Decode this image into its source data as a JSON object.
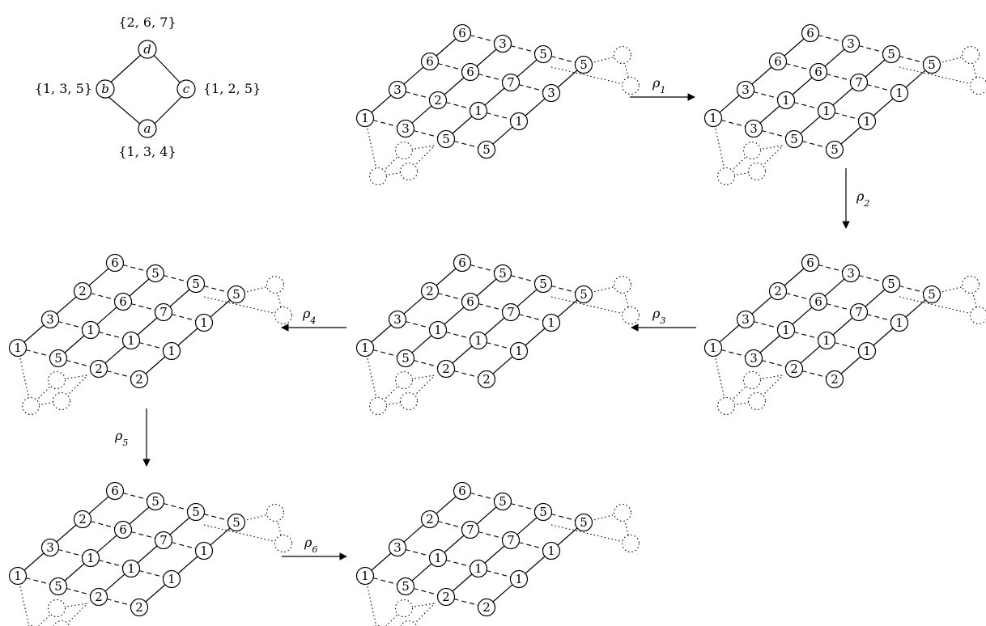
{
  "poset": {
    "nodes": [
      {
        "id": "d",
        "letter": "d",
        "set": "{2, 6, 7}"
      },
      {
        "id": "b",
        "letter": "b",
        "set": "{1, 3, 5}"
      },
      {
        "id": "c",
        "letter": "c",
        "set": "{1, 2, 5}"
      },
      {
        "id": "a",
        "letter": "a",
        "set": "{1, 3, 4}"
      }
    ]
  },
  "arrows": [
    {
      "id": "rho1",
      "label": "ρ",
      "sub": "1"
    },
    {
      "id": "rho2",
      "label": "ρ",
      "sub": "2"
    },
    {
      "id": "rho3",
      "label": "ρ",
      "sub": "3"
    },
    {
      "id": "rho4",
      "label": "ρ",
      "sub": "4"
    },
    {
      "id": "rho5",
      "label": "ρ",
      "sub": "5"
    },
    {
      "id": "rho6",
      "label": "ρ",
      "sub": "6"
    }
  ],
  "grids": [
    {
      "id": "g1",
      "values": [
        "1",
        "3",
        "6",
        "6",
        "3",
        "2",
        "6",
        "3",
        "5",
        "1",
        "7",
        "5",
        "5",
        "1",
        "3",
        "5"
      ]
    },
    {
      "id": "g2",
      "values": [
        "1",
        "3",
        "6",
        "6",
        "3",
        "1",
        "6",
        "3",
        "5",
        "1",
        "7",
        "5",
        "5",
        "1",
        "1",
        "5"
      ]
    },
    {
      "id": "g3",
      "values": [
        "1",
        "3",
        "2",
        "6",
        "3",
        "1",
        "6",
        "3",
        "2",
        "1",
        "7",
        "5",
        "2",
        "1",
        "1",
        "5"
      ]
    },
    {
      "id": "g4",
      "values": [
        "1",
        "3",
        "2",
        "6",
        "5",
        "1",
        "6",
        "5",
        "2",
        "1",
        "7",
        "5",
        "2",
        "1",
        "1",
        "5"
      ]
    },
    {
      "id": "g5",
      "values": [
        "1",
        "3",
        "2",
        "6",
        "5",
        "1",
        "6",
        "5",
        "2",
        "1",
        "7",
        "5",
        "2",
        "1",
        "1",
        "5"
      ]
    },
    {
      "id": "g6",
      "values": [
        "1",
        "3",
        "2",
        "6",
        "5",
        "1",
        "6",
        "5",
        "2",
        "1",
        "7",
        "5",
        "2",
        "1",
        "1",
        "5"
      ]
    },
    {
      "id": "g7",
      "values": [
        "1",
        "3",
        "2",
        "6",
        "5",
        "1",
        "7",
        "5",
        "2",
        "1",
        "7",
        "5",
        "2",
        "1",
        "1",
        "5"
      ]
    }
  ]
}
